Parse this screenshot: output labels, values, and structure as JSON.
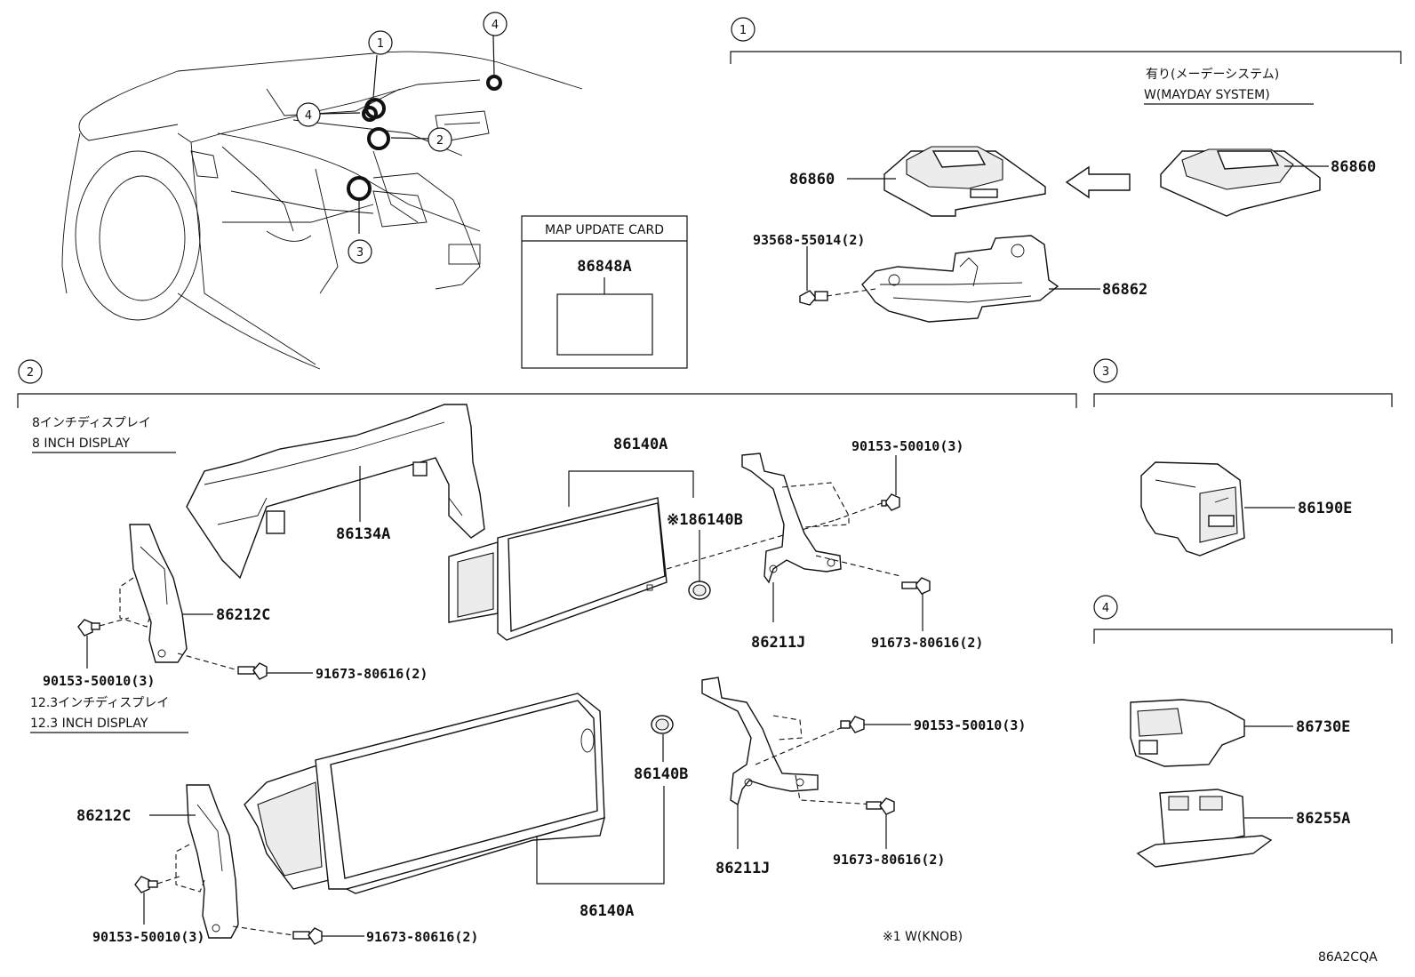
{
  "section_markers": {
    "s1": "1",
    "s2": "2",
    "s3": "3",
    "s4": "4"
  },
  "overview": {
    "callout_1": "1",
    "callout_2": "2",
    "callout_3": "3",
    "callout_4a": "4",
    "callout_4b": "4"
  },
  "map_card": {
    "title": "MAP UPDATE CARD",
    "part": "86848A"
  },
  "section1": {
    "note_jp": "有り(メーデーシステム)",
    "note_en": "W(MAYDAY SYSTEM)",
    "p_86860_left": "86860",
    "p_86860_right": "86860",
    "p_93568": "93568-55014(2)",
    "p_86862": "86862"
  },
  "section2": {
    "display8_jp": "8インチディスプレイ",
    "display8_en": "8 INCH DISPLAY",
    "display12_jp": "12.3インチディスプレイ",
    "display12_en": "12.3 INCH DISPLAY",
    "p_86134A": "86134A",
    "p_86140A_top": "86140A",
    "p_86140B_top": "※186140B",
    "p_90153_top_right": "90153-50010(3)",
    "p_86212C_top": "86212C",
    "p_90153_top_left": "90153-50010(3)",
    "p_91673_top_left": "91673-80616(2)",
    "p_86211J_top": "86211J",
    "p_91673_top_right": "91673-80616(2)",
    "p_86140B_bottom": "86140B",
    "p_90153_bottom_right": "90153-50010(3)",
    "p_86212C_bottom": "86212C",
    "p_86211J_bottom": "86211J",
    "p_91673_bottom_right": "91673-80616(2)",
    "p_86140A_bottom": "86140A",
    "p_90153_bottom_left": "90153-50010(3)",
    "p_91673_bottom_left": "91673-80616(2)",
    "footnote": "※1 W(KNOB)"
  },
  "section3": {
    "p_86190E": "86190E"
  },
  "section4": {
    "p_86730E": "86730E",
    "p_86255A": "86255A"
  },
  "diagram_code": "86A2CQA"
}
